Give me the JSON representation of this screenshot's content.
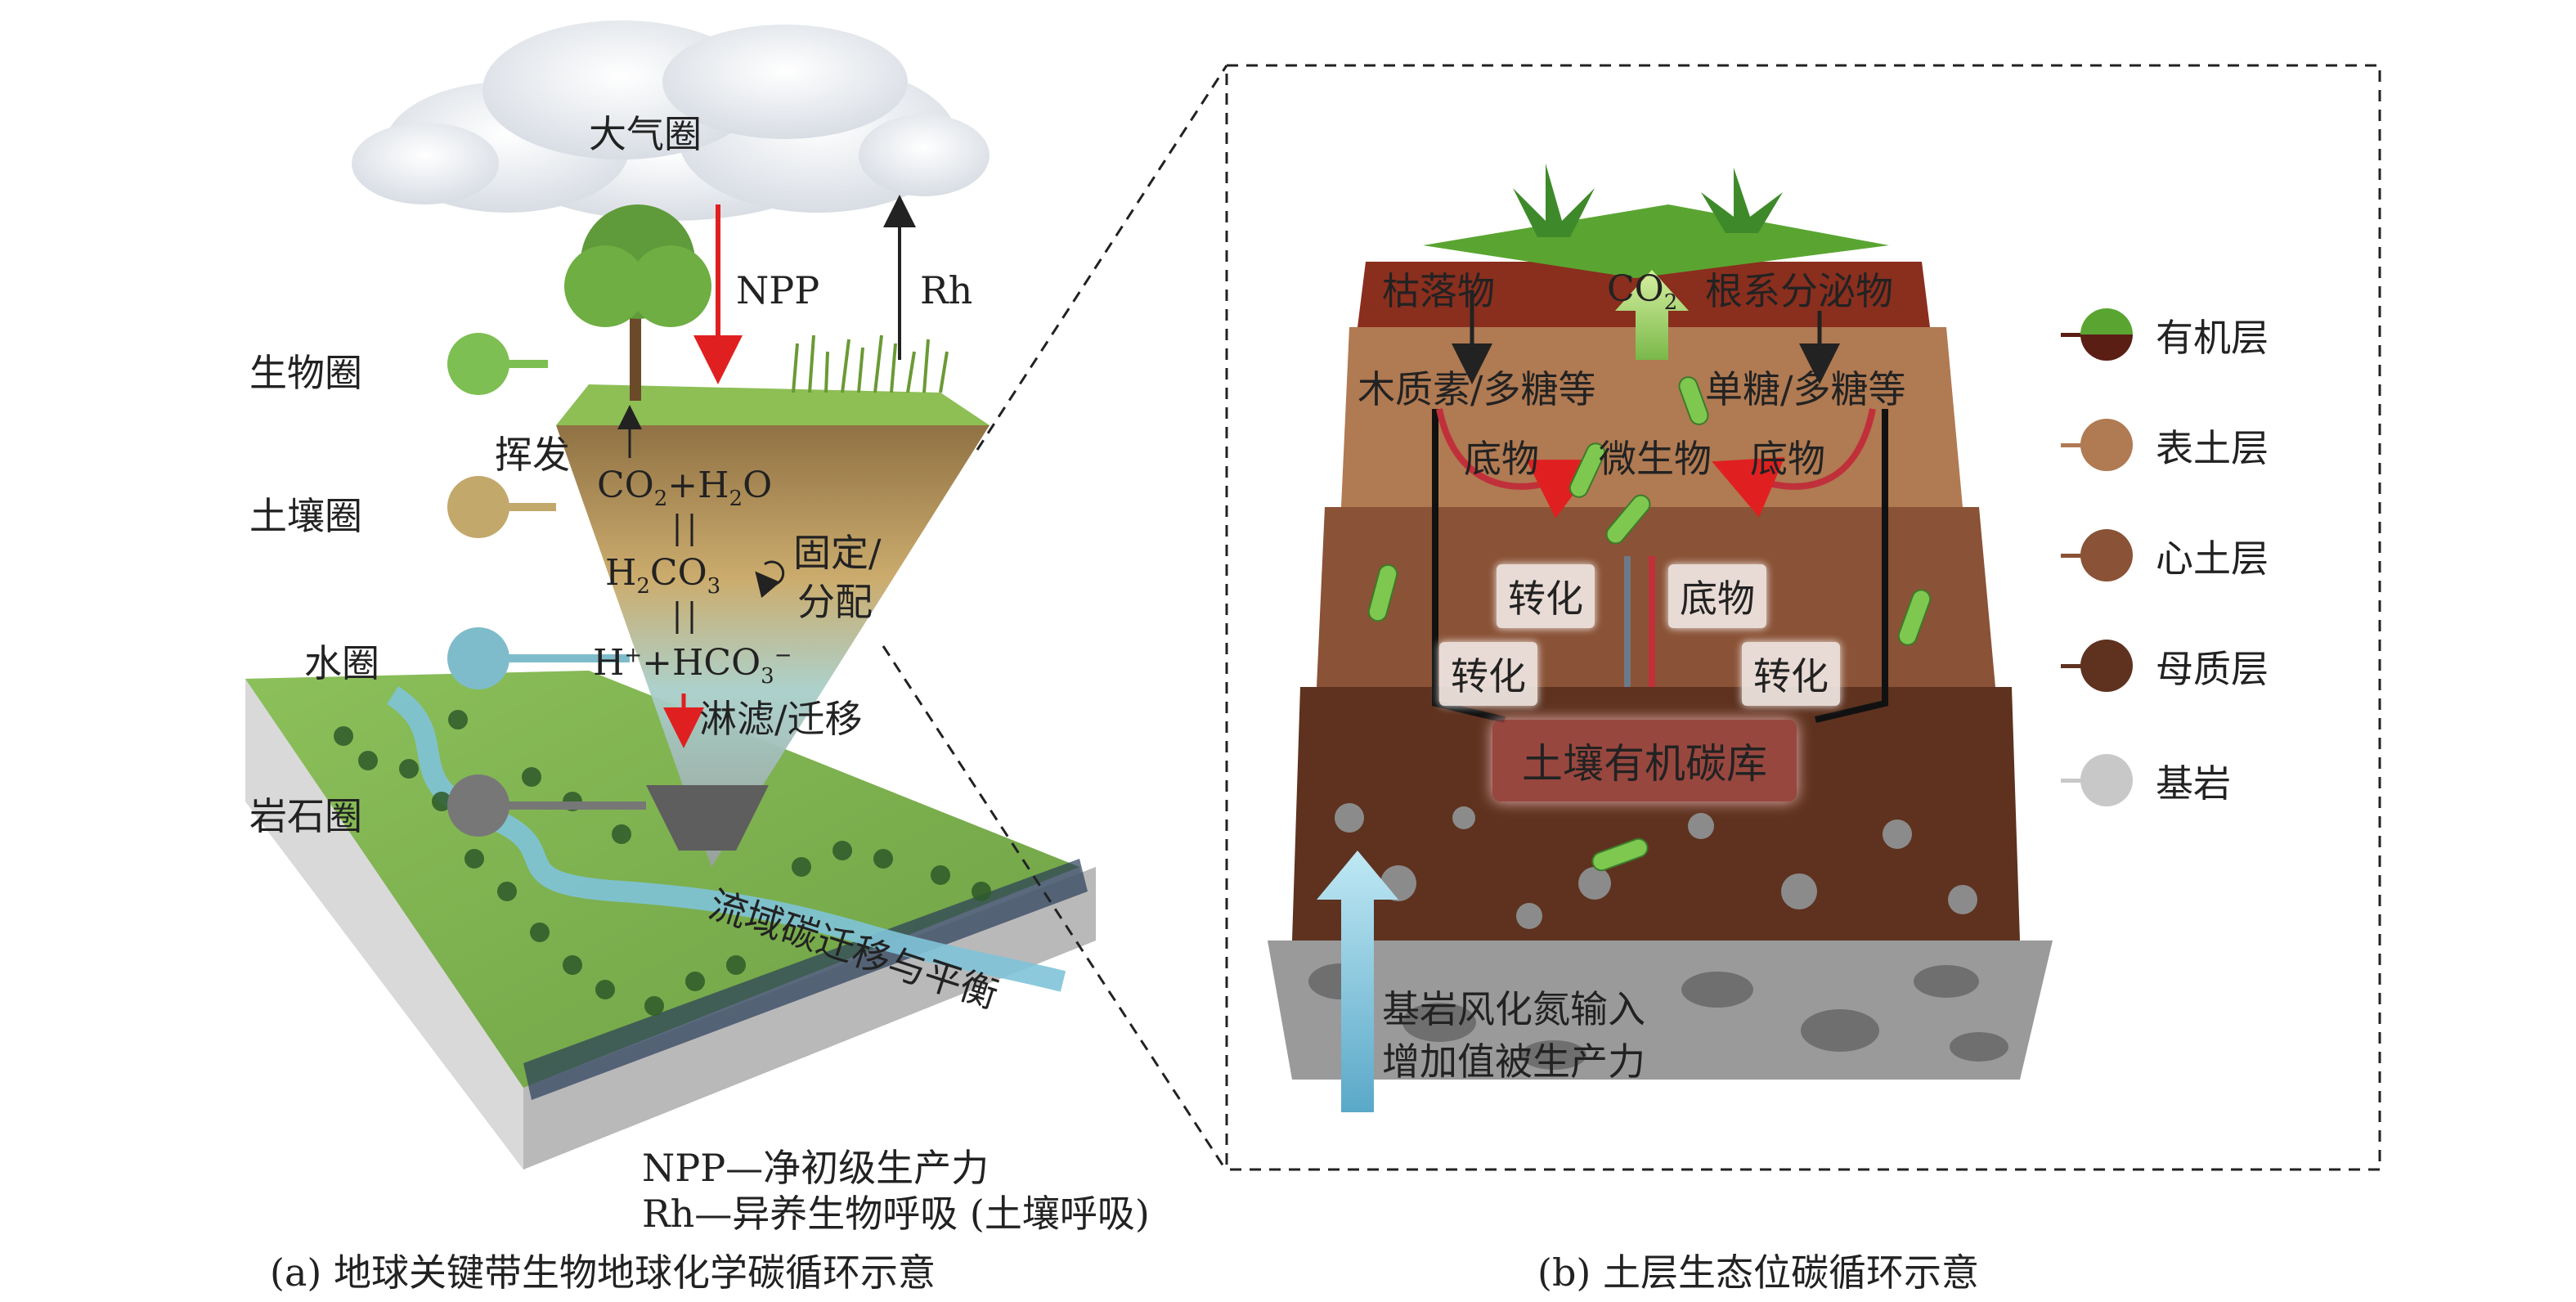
{
  "panel_a": {
    "atmosphere": "大气圈",
    "npp": "NPP",
    "rh": "Rh",
    "biosphere": "生物圈",
    "pedosphere": "土壤圈",
    "hydrosphere": "水圈",
    "lithosphere": "岩石圈",
    "volatilize": "挥发",
    "fix_allocate_1": "固定/",
    "fix_allocate_2": "分配",
    "leach": "淋滤/迁移",
    "basin": "流域碳迁移与平衡",
    "note_npp": "NPP—净初级生产力",
    "note_rh": "Rh—异养生物呼吸 (土壤呼吸)",
    "caption": "(a) 地球关键带生物地球化学碳循环示意"
  },
  "panel_b": {
    "litter": "枯落物",
    "co2": "CO",
    "co2_sub": "2",
    "root_exudate": "根系分泌物",
    "lignin": "木质素/多糖等",
    "mono": "单糖/多糖等",
    "substrate": "底物",
    "microbe": "微生物",
    "transform": "转化",
    "soc_pool": "土壤有机碳库",
    "weathering_1": "基岩风化氮输入",
    "weathering_2": "增加值被生产力",
    "caption": "(b) 土层生态位碳循环示意"
  },
  "legend": [
    {
      "label": "有机层",
      "color": "#5aa531",
      "color2": "#5a1e14"
    },
    {
      "label": "表土层",
      "color": "#b07a52",
      "color2": "#b07a52"
    },
    {
      "label": "心土层",
      "color": "#8a5236",
      "color2": "#8a5236"
    },
    {
      "label": "母质层",
      "color": "#5e321f",
      "color2": "#5e321f"
    },
    {
      "label": "基岩",
      "color": "#c8c8c8",
      "color2": "#c8c8c8"
    }
  ],
  "colors": {
    "arrow_red": "#e02020",
    "bio_green": "#7dbf52",
    "soil_tan": "#c2a86a",
    "water_blue": "#7fbccb",
    "rock_grey": "#777777"
  }
}
